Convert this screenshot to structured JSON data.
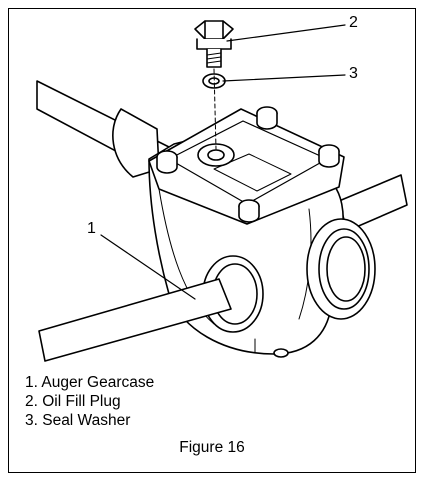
{
  "callouts": [
    "1",
    "2",
    "3"
  ],
  "legend": [
    "1. Auger Gearcase",
    "2. Oil Fill Plug",
    "3. Seal Washer"
  ],
  "caption": "Figure 16"
}
